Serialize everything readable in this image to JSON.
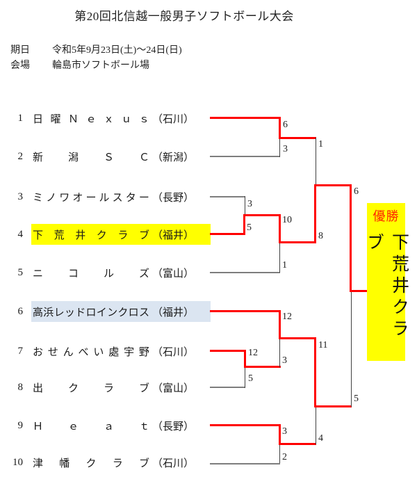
{
  "title": "第20回北信越一般男子ソフトボール大会",
  "info": {
    "date_label": "期日",
    "date_value": "令和5年9月23日(土)～24日(日)",
    "venue_label": "会場",
    "venue_value": "輪島市ソフトボール場"
  },
  "teams": [
    {
      "seed": "1",
      "name": "日曜Ｎｅｘｕｓ",
      "prefecture": "（石川）",
      "highlight": null
    },
    {
      "seed": "2",
      "name": "新潟ＳＣ",
      "prefecture": "（新潟）",
      "highlight": null
    },
    {
      "seed": "3",
      "name": "ミノワオールスター",
      "prefecture": "（長野）",
      "highlight": null
    },
    {
      "seed": "4",
      "name": "下荒井クラブ",
      "prefecture": "（福井）",
      "highlight": "yellow"
    },
    {
      "seed": "5",
      "name": "ニコルズ",
      "prefecture": "（富山）",
      "highlight": null
    },
    {
      "seed": "6",
      "name": "高浜レッドロインクロス",
      "prefecture": "（福井）",
      "highlight": "blue"
    },
    {
      "seed": "7",
      "name": "おせんべい處宇野",
      "prefecture": "（石川）",
      "highlight": null
    },
    {
      "seed": "8",
      "name": "出クラブ",
      "prefecture": "（富山）",
      "highlight": null
    },
    {
      "seed": "9",
      "name": "Ｈｅａｔ",
      "prefecture": "（長野）",
      "highlight": null
    },
    {
      "seed": "10",
      "name": "津幡クラブ",
      "prefecture": "（石川）",
      "highlight": null
    }
  ],
  "matches": {
    "r1_1v2": {
      "top": "日曜Ｎｅｘｕｓ",
      "top_score": "6",
      "bottom": "新潟ＳＣ",
      "bottom_score": "3"
    },
    "r1_3v4": {
      "top": "ミノワオールスター",
      "top_score": "3",
      "bottom": "下荒井クラブ",
      "bottom_score": "5"
    },
    "r2_4v5": {
      "top": "下荒井クラブ",
      "top_score": "10",
      "bottom": "ニコルズ",
      "bottom_score": "1"
    },
    "r1_7v8": {
      "top": "おせんべい處宇野",
      "top_score": "12",
      "bottom": "出クラブ",
      "bottom_score": "5"
    },
    "r2_6v7": {
      "top": "高浜レッドロインクロス",
      "top_score": "12",
      "bottom": "おせんべい處宇野",
      "bottom_score": "3"
    },
    "r1_9v10": {
      "top": "Ｈｅａｔ",
      "top_score": "3",
      "bottom": "津幡クラブ",
      "bottom_score": "2"
    },
    "semi_top": {
      "top": "日曜Ｎｅｘｕｓ",
      "top_score": "1",
      "bottom": "下荒井クラブ",
      "bottom_score": "8"
    },
    "semi_bot": {
      "top": "高浜レッドロインクロス",
      "top_score": "11",
      "bottom": "Ｈｅａｔ",
      "bottom_score": "4"
    },
    "final": {
      "top": "下荒井クラブ",
      "top_score": "6",
      "bottom": "高浜レッドロインクロス",
      "bottom_score": "5"
    }
  },
  "champion": {
    "label": "優勝",
    "name": "下荒井クラブ"
  },
  "colors": {
    "winner_line": "#ff0000",
    "loser_line": "#7d7d7d",
    "highlight_yellow": "#ffff00",
    "highlight_blue": "#dbe5f1",
    "champion_box": "#ffff00",
    "champion_label_color": "#ff2400"
  }
}
